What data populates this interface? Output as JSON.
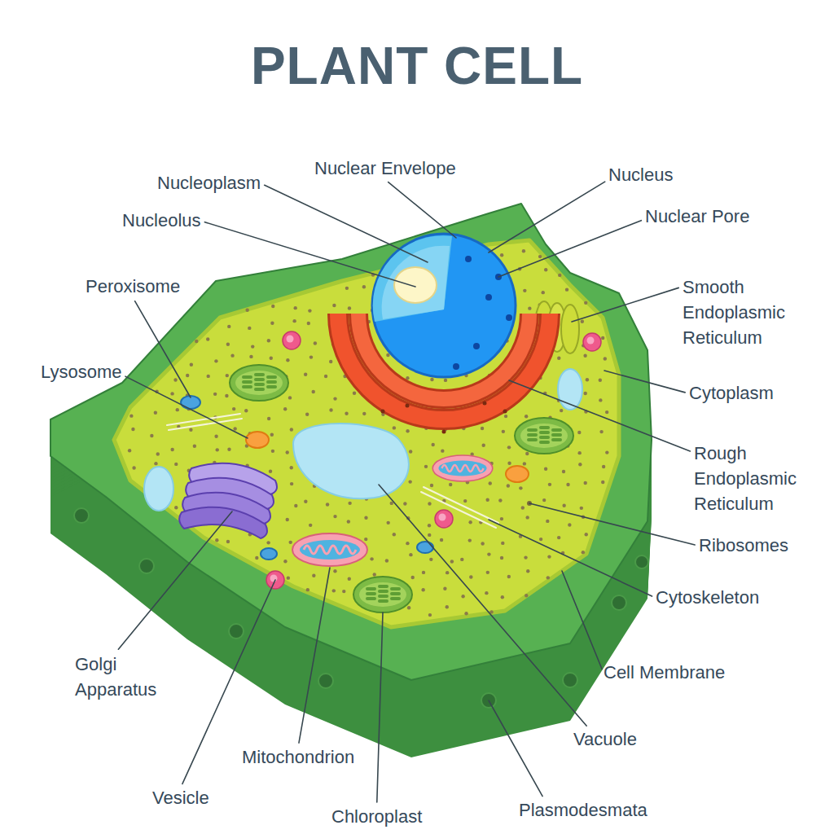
{
  "diagram": {
    "title": "PLANT CELL",
    "labels": [
      "Nuclear Envelope",
      "Nucleus",
      "Nucleoplasm",
      "Nuclear Pore",
      "Nucleolus",
      "Peroxisome",
      "Smooth Endoplasmic Reticulum",
      "Lysosome",
      "Cytoplasm",
      "Rough Endoplasmic Reticulum",
      "Ribosomes",
      "Cytoskeleton",
      "Golgi Apparatus",
      "Cell Membrane",
      "Vacuole",
      "Mitochondrion",
      "Vesicle",
      "Plasmodesmata",
      "Chloroplast"
    ]
  }
}
